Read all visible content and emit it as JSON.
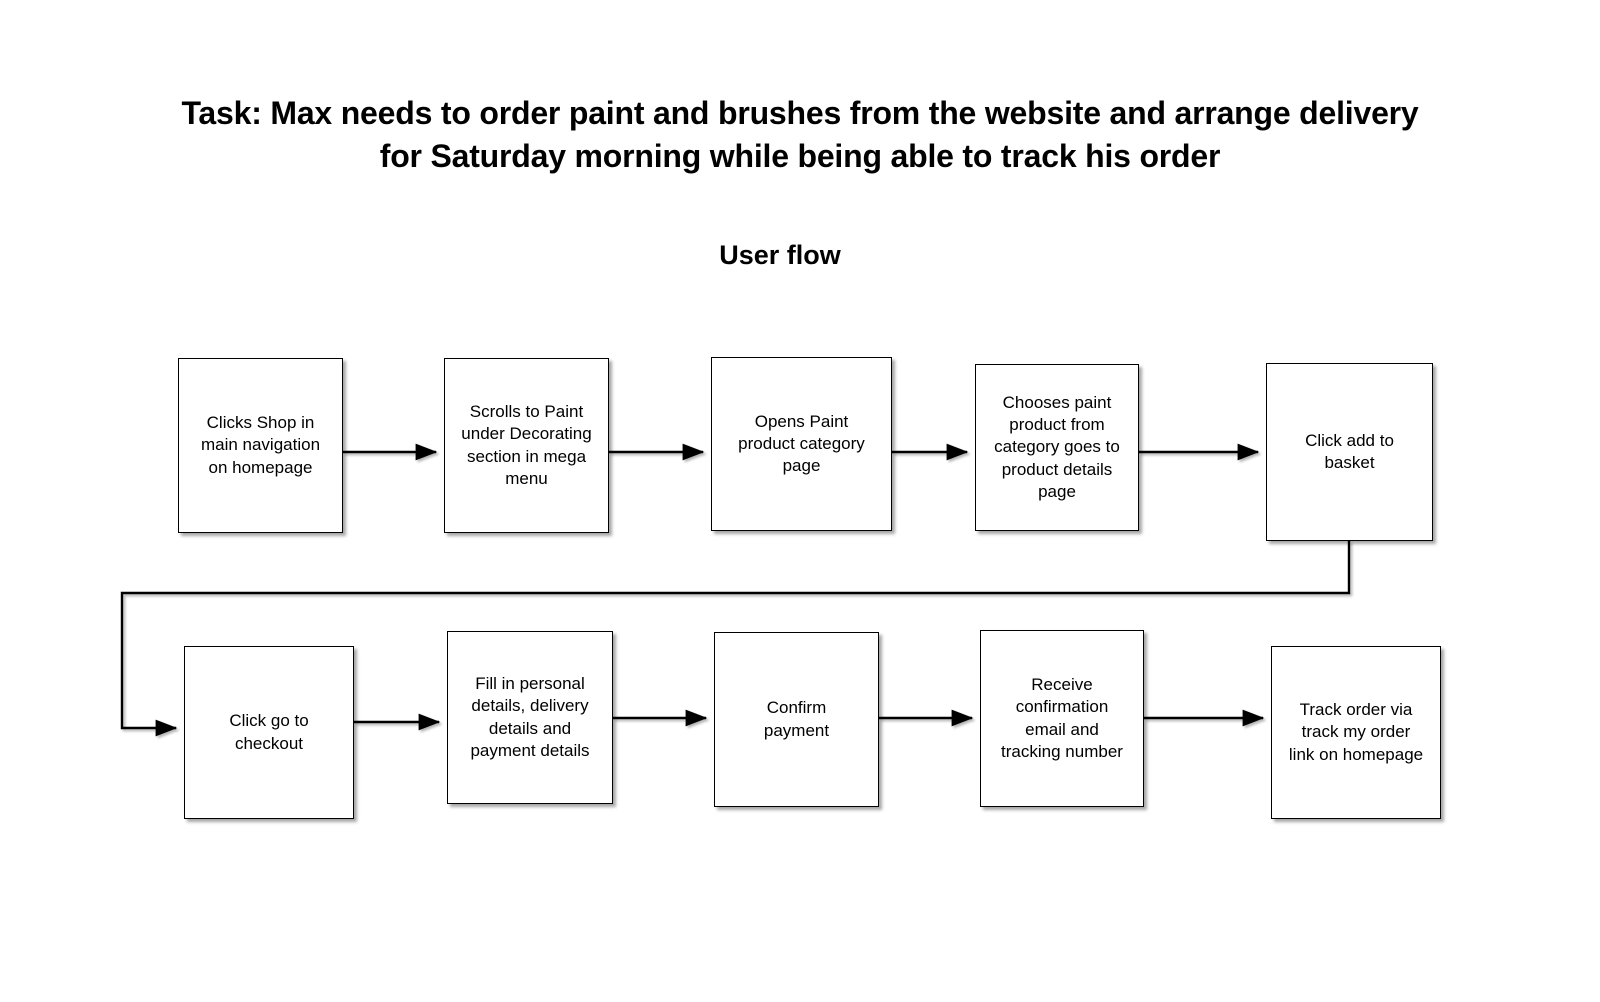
{
  "page": {
    "background_color": "#ffffff",
    "ink_color": "#000000"
  },
  "heading": {
    "task_title": "Task: Max needs to order paint and brushes from the website and arrange delivery for Saturday morning while being able to track his order",
    "flow_subtitle": "User flow"
  },
  "flow": {
    "diagram_type": "flowchart",
    "orientation": "left-to-right, wrapping to a second row",
    "steps": [
      {
        "id": 1,
        "label": "Clicks Shop in\nmain navigation\non homepage",
        "row": 1,
        "col": 1
      },
      {
        "id": 2,
        "label": "Scrolls to Paint\nunder Decorating\nsection in mega\nmenu",
        "row": 1,
        "col": 2
      },
      {
        "id": 3,
        "label": "Opens Paint\nproduct category\npage",
        "row": 1,
        "col": 3
      },
      {
        "id": 4,
        "label": "Chooses paint\nproduct from\ncategory goes to\nproduct details\npage",
        "row": 1,
        "col": 4
      },
      {
        "id": 5,
        "label": "Click add to\nbasket",
        "row": 1,
        "col": 5
      },
      {
        "id": 6,
        "label": "Click go to\ncheckout",
        "row": 2,
        "col": 1
      },
      {
        "id": 7,
        "label": "Fill in personal\ndetails, delivery\ndetails and\npayment details",
        "row": 2,
        "col": 2
      },
      {
        "id": 8,
        "label": "Confirm\npayment",
        "row": 2,
        "col": 3
      },
      {
        "id": 9,
        "label": "Receive\nconfirmation\nemail and\ntracking number",
        "row": 2,
        "col": 4
      },
      {
        "id": 10,
        "label": "Track order via\ntrack my order\nlink on homepage",
        "row": 2,
        "col": 5
      }
    ],
    "connections": [
      {
        "from": 1,
        "to": 2,
        "style": "straight-arrow"
      },
      {
        "from": 2,
        "to": 3,
        "style": "straight-arrow"
      },
      {
        "from": 3,
        "to": 4,
        "style": "straight-arrow"
      },
      {
        "from": 4,
        "to": 5,
        "style": "straight-arrow"
      },
      {
        "from": 5,
        "to": 6,
        "style": "wrap-arrow"
      },
      {
        "from": 6,
        "to": 7,
        "style": "straight-arrow"
      },
      {
        "from": 7,
        "to": 8,
        "style": "straight-arrow"
      },
      {
        "from": 8,
        "to": 9,
        "style": "straight-arrow"
      },
      {
        "from": 9,
        "to": 10,
        "style": "straight-arrow"
      }
    ]
  }
}
